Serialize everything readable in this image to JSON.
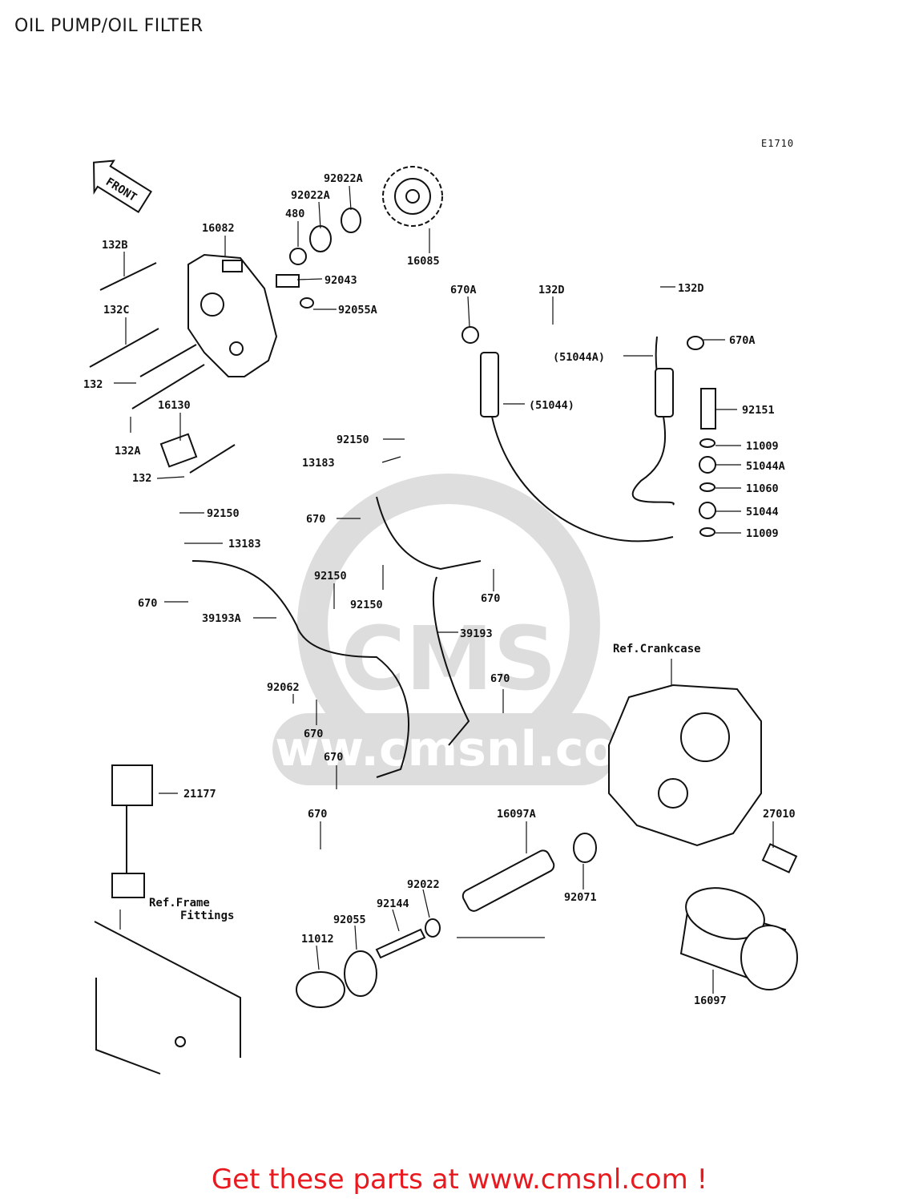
{
  "page": {
    "title": "OIL PUMP/OIL FILTER",
    "diagram_code": "E1710",
    "promo_text": "Get these parts at www.cmsnl.com !"
  },
  "watermark": {
    "text": "www.cmsnl.com",
    "logo_text": "CMS"
  },
  "front_marker": "FRONT",
  "references": {
    "crankcase": "Ref.Crankcase",
    "frame_line1": "Ref.Frame",
    "frame_line2": "Fittings"
  },
  "callouts": {
    "c_92022A_top": "92022A",
    "c_92022A_mid": "92022A",
    "c_480": "480",
    "c_16082": "16082",
    "c_132B": "132B",
    "c_16085": "16085",
    "c_92043": "92043",
    "c_132C": "132C",
    "c_92055A": "92055A",
    "c_132_a": "132",
    "c_16130": "16130",
    "c_132A": "132A",
    "c_132_b": "132",
    "c_670A_left": "670A",
    "c_132D_left": "132D",
    "c_132D_right": "132D",
    "c_670A_right": "670A",
    "c_51044A_paren": "(51044A)",
    "c_51044_paren": "(51044)",
    "c_92151": "92151",
    "c_11009_top": "11009",
    "c_51044A": "51044A",
    "c_11060": "11060",
    "c_51044": "51044",
    "c_11009_bot": "11009",
    "c_92150_a": "92150",
    "c_13183_a": "13183",
    "c_92150_b": "92150",
    "c_13183_b": "13183",
    "c_670_a": "670",
    "c_670_b": "670",
    "c_92150_c": "92150",
    "c_92150_d": "92150",
    "c_670_c": "670",
    "c_39193A": "39193A",
    "c_39193": "39193",
    "c_92062": "92062",
    "c_670_d": "670",
    "c_670_e": "670",
    "c_670_f": "670",
    "c_670_g": "670",
    "c_21177": "21177",
    "c_16097A": "16097A",
    "c_27010": "27010",
    "c_92022": "92022",
    "c_92071": "92071",
    "c_92144": "92144",
    "c_92055": "92055",
    "c_11012": "11012",
    "c_16097": "16097"
  }
}
